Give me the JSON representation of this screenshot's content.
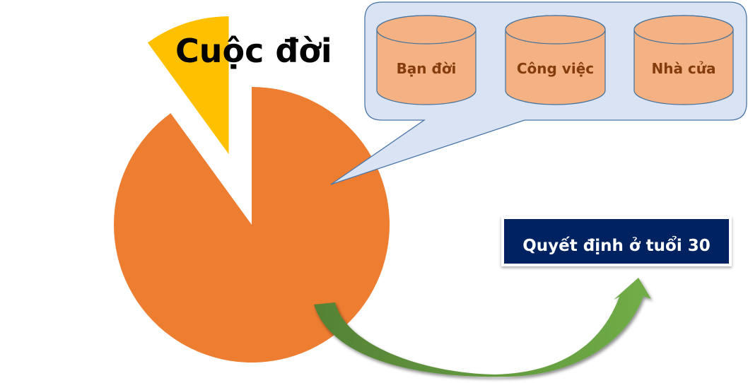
{
  "title": "Cuộc đời",
  "colors": {
    "pie_main": "#ED7D31",
    "pie_slice": "#FFC000",
    "callout_fill": "#DAE3F3",
    "callout_stroke": "#4A76A8",
    "cylinder_fill": "#F4B183",
    "cylinder_stroke": "#41719C",
    "cylinder_text": "#843C0C",
    "decision_fill": "#002060",
    "decision_text": "#FFFFFF",
    "arrow_start": "#548235",
    "arrow_end": "#70AD47"
  },
  "pie": {
    "segments": [
      {
        "name": "main",
        "fraction": 0.9
      },
      {
        "name": "exploded-slice",
        "fraction": 0.1
      }
    ]
  },
  "callout": {
    "items": [
      {
        "label": "Bạn đời"
      },
      {
        "label": "Công việc"
      },
      {
        "label": "Nhà cửa"
      }
    ]
  },
  "decision": {
    "label": "Quyết định ở tuổi 30"
  }
}
